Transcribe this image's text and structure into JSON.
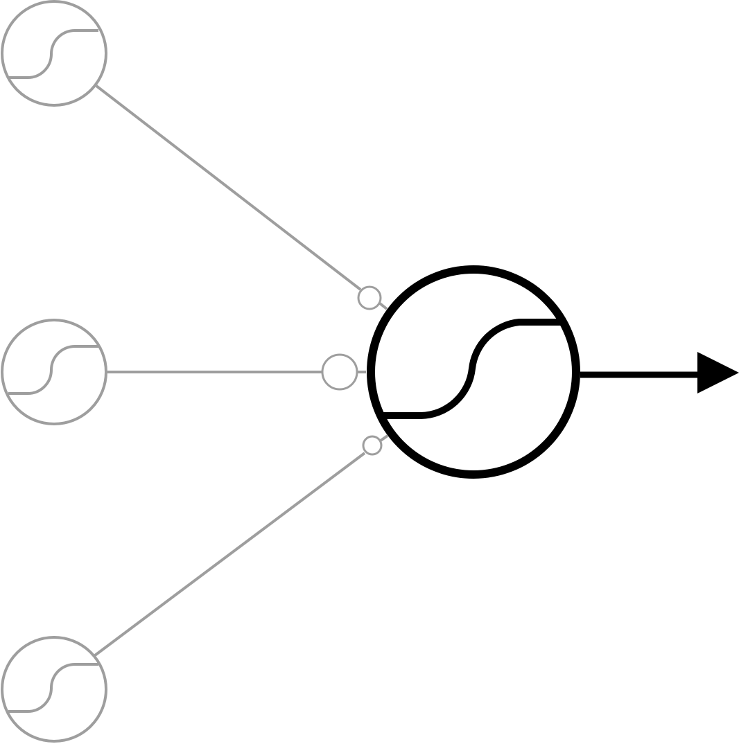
{
  "diagram": {
    "type": "neural-network-neuron",
    "colors": {
      "input": "#9e9e9e",
      "output": "#000000",
      "background": "#ffffff"
    },
    "icons": {
      "neuron": "sigmoid-activation-icon",
      "weight": "weight-node-icon",
      "output": "arrow-right-icon"
    },
    "input_neurons": [
      {
        "id": "input-neuron-1"
      },
      {
        "id": "input-neuron-2"
      },
      {
        "id": "input-neuron-3"
      }
    ],
    "weights": [
      {
        "id": "weight-1",
        "from": "input-neuron-1"
      },
      {
        "id": "weight-2",
        "from": "input-neuron-2"
      },
      {
        "id": "weight-3",
        "from": "input-neuron-3"
      }
    ],
    "output_neuron": {
      "id": "output-neuron"
    },
    "output": {
      "id": "output-arrow"
    }
  }
}
